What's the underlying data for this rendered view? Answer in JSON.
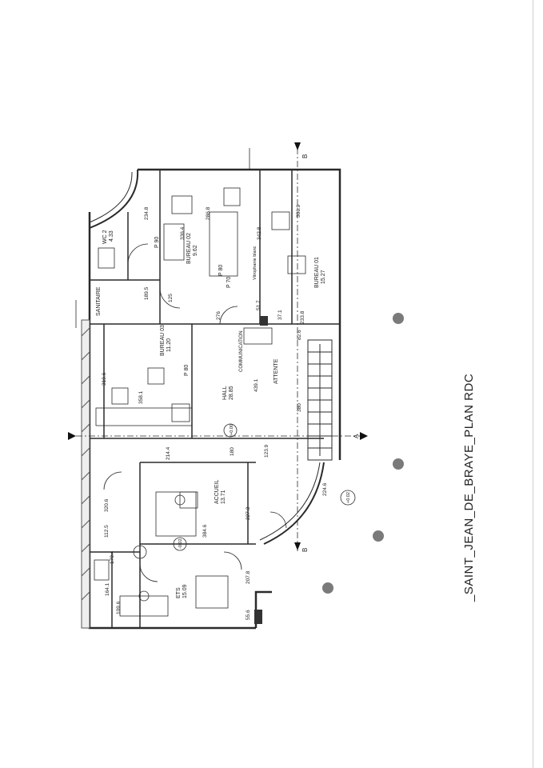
{
  "title": "_SAINT_JEAN_DE_BRAYE_PLAN RDC",
  "rooms": [
    {
      "name": "WC 2",
      "area": "4.33"
    },
    {
      "name": "BUREAU 02",
      "area": "9.62"
    },
    {
      "name": "BUREAU 01",
      "area": "15.27"
    },
    {
      "name": "BUREAU 03",
      "area": "11.20"
    },
    {
      "name": "HALL",
      "area": "28.85"
    },
    {
      "name": "ATTENTE",
      "area": ""
    },
    {
      "name": "ACCUEIL",
      "area": "13.71"
    },
    {
      "name": "ETS",
      "area": "15.09"
    },
    {
      "name": "SANITAIRE",
      "area": ""
    },
    {
      "name": "COMMUNICATION",
      "area": ""
    }
  ],
  "labels": {
    "vitro": "Vitrophanie blanc",
    "section_b": "B",
    "section_a": "A",
    "p80": "P 80",
    "p90": "P 90",
    "p70": "P 70"
  },
  "dimensions": [
    "234.8",
    "286.8",
    "306.9",
    "336.4",
    "342.8",
    "189.5",
    "125",
    "51.7",
    "276",
    "37.1",
    "233.8",
    "82.6",
    "319.6",
    "358.1",
    "439.1",
    "380",
    "214.4",
    "180",
    "123.9",
    "320.6",
    "112.5",
    "170.4",
    "164.1",
    "109.6",
    "384.6",
    "227.3",
    "207.8",
    "55.6",
    "224.6"
  ],
  "levels": [
    "+0.00",
    "-0.02",
    "+0.02"
  ],
  "colors": {
    "line": "#2a2a2a",
    "hatch": "#555555",
    "column": "#7a7a7a",
    "page": "#ffffff"
  }
}
